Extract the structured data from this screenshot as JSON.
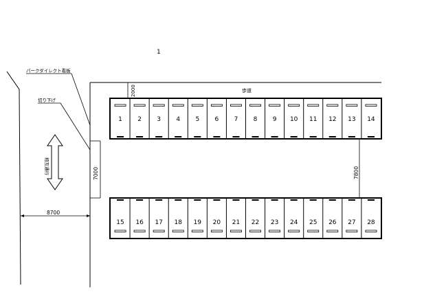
{
  "page_number": "1",
  "sidewalk_label": "歩道",
  "sign_label": "パークダイレクト看板",
  "curb_cut_label": "切り下げ",
  "two_way_label": "相互通行",
  "dimensions": {
    "top_setback": "2000",
    "aisle_left": "7000",
    "aisle_right": "7800",
    "road_width": "8700"
  },
  "top_row_numbers": [
    "1",
    "2",
    "3",
    "4",
    "5",
    "6",
    "7",
    "8",
    "9",
    "10",
    "11",
    "12",
    "13",
    "14"
  ],
  "bottom_row_numbers": [
    "15",
    "16",
    "17",
    "18",
    "19",
    "20",
    "21",
    "22",
    "23",
    "24",
    "25",
    "26",
    "27",
    "28"
  ],
  "colors": {
    "line": "#000000",
    "background": "#ffffff"
  }
}
